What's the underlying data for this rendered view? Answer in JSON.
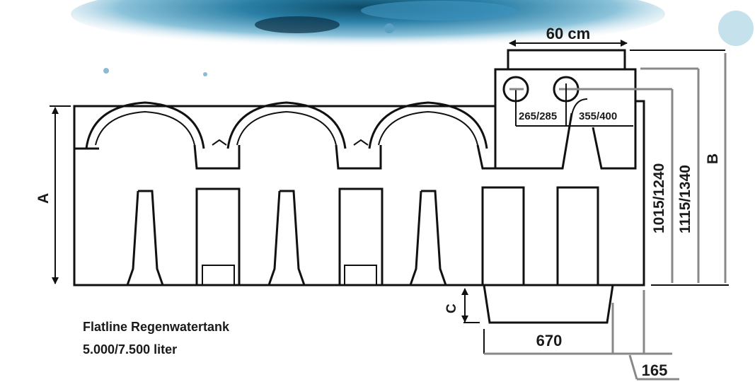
{
  "caption": {
    "title": "Flatline Regenwatertank",
    "volume": "5.000/7.500 liter"
  },
  "dimensions": {
    "top_width": "60 cm",
    "inlet_height": "265/285",
    "outlet_height": "355/400",
    "height_1": "1015/1240",
    "height_2": "1115/1340",
    "label_a": "A",
    "label_b": "B",
    "label_c": "C",
    "bottom_width": "670",
    "offset": "165"
  },
  "colors": {
    "water": "#2a7fa6",
    "line": "#111111",
    "dim_line": "#888888"
  }
}
